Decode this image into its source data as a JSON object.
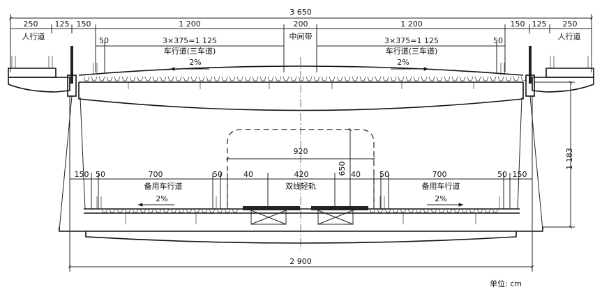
{
  "dimensions": {
    "total_top": "3 650",
    "walk_left": "250",
    "d125_left": "125",
    "d150_left": "150",
    "road_left": "1 200",
    "median": "200",
    "road_right": "1 200",
    "d150_right": "150",
    "d125_right": "125",
    "walk_right": "250",
    "d50_left_top": "50",
    "lanes_left": "3×375=1 125",
    "lanes_right": "3×375=1 125",
    "d50_right_top": "50",
    "height": "1 183",
    "inner_width": "920",
    "clear_height": "650",
    "lower_150_left": "150",
    "lower_50_left": "50",
    "lower_700_left": "700",
    "lower_50_left_inner": "50",
    "lower_40_left": "40",
    "rail_width": "420",
    "lower_40_right": "40",
    "lower_50_right_inner": "50",
    "lower_700_right": "700",
    "lower_50_right": "50",
    "lower_150_right": "150",
    "total_bottom": "2 900"
  },
  "labels": {
    "sidewalk_left": "人行道",
    "sidewalk_right": "人行道",
    "median_label": "中间带",
    "carriageway_left": "车行道(三车道)",
    "carriageway_right": "车行道(三车道)",
    "slope_upper_left": "2%",
    "slope_upper_right": "2%",
    "reserve_left": "备用车行道",
    "reserve_right": "备用车行道",
    "slope_lower_left": "2%",
    "slope_lower_right": "2%",
    "rail": "双线轻轨",
    "unit": "单位: cm"
  }
}
